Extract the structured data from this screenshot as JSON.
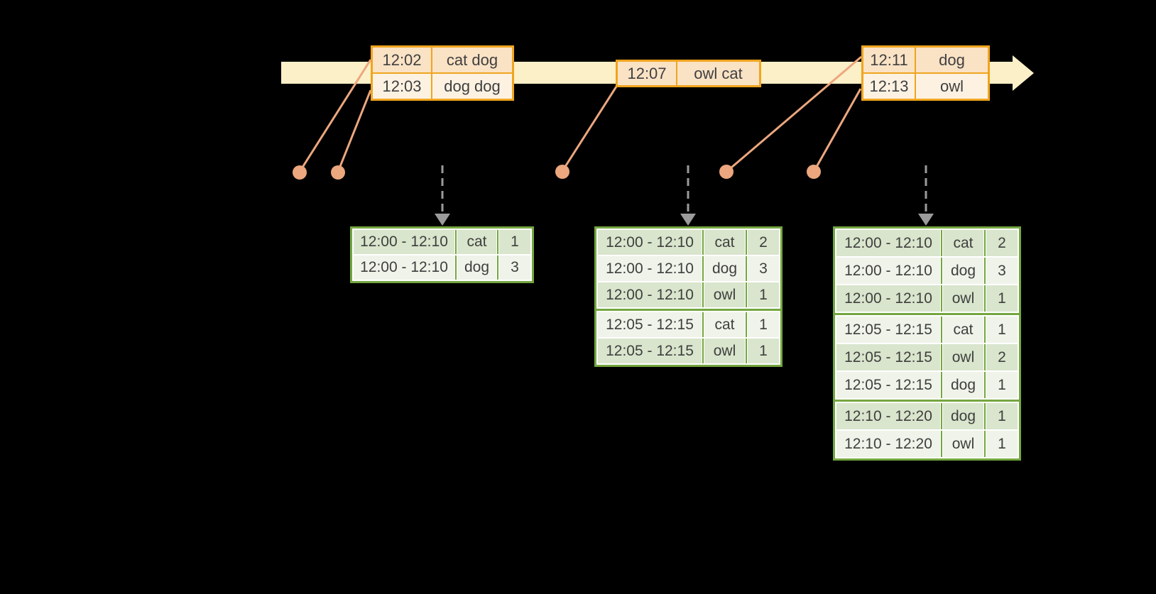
{
  "palette": {
    "background": "#000000",
    "timeline_band": "#FCF0C8",
    "event_table_border": "#EFA51F",
    "event_fill_dark": "#FAE2C5",
    "event_fill_light": "#FDF2E2",
    "event_marker": "#ECA77E",
    "result_table_border": "#74A63F",
    "result_fill_dark": "#D9E5CC",
    "result_fill_light": "#EFF3E9",
    "dashed_arrow": "#9B9B9B",
    "text": "#3F3F3F"
  },
  "timeline": {
    "event_tables": [
      {
        "rows": [
          {
            "time": "12:02",
            "words": "cat dog"
          },
          {
            "time": "12:03",
            "words": "dog dog"
          }
        ]
      },
      {
        "rows": [
          {
            "time": "12:07",
            "words": "owl cat"
          }
        ]
      },
      {
        "rows": [
          {
            "time": "12:11",
            "words": "dog"
          },
          {
            "time": "12:13",
            "words": "owl"
          }
        ]
      }
    ]
  },
  "result_tables": [
    {
      "rows": [
        {
          "window": "12:00 - 12:10",
          "word": "cat",
          "count": "1"
        },
        {
          "window": "12:00 - 12:10",
          "word": "dog",
          "count": "3"
        }
      ]
    },
    {
      "rows": [
        {
          "window": "12:00 - 12:10",
          "word": "cat",
          "count": "2"
        },
        {
          "window": "12:00 - 12:10",
          "word": "dog",
          "count": "3"
        },
        {
          "window": "12:00 - 12:10",
          "word": "owl",
          "count": "1"
        },
        {
          "window": "12:05 - 12:15",
          "word": "cat",
          "count": "1"
        },
        {
          "window": "12:05 - 12:15",
          "word": "owl",
          "count": "1"
        }
      ]
    },
    {
      "rows": [
        {
          "window": "12:00 - 12:10",
          "word": "cat",
          "count": "2"
        },
        {
          "window": "12:00 - 12:10",
          "word": "dog",
          "count": "3"
        },
        {
          "window": "12:00 - 12:10",
          "word": "owl",
          "count": "1"
        },
        {
          "window": "12:05 - 12:15",
          "word": "cat",
          "count": "1"
        },
        {
          "window": "12:05 - 12:15",
          "word": "owl",
          "count": "2"
        },
        {
          "window": "12:05 - 12:15",
          "word": "dog",
          "count": "1"
        },
        {
          "window": "12:10 - 12:20",
          "word": "dog",
          "count": "1"
        },
        {
          "window": "12:10 - 12:20",
          "word": "owl",
          "count": "1"
        }
      ]
    }
  ]
}
